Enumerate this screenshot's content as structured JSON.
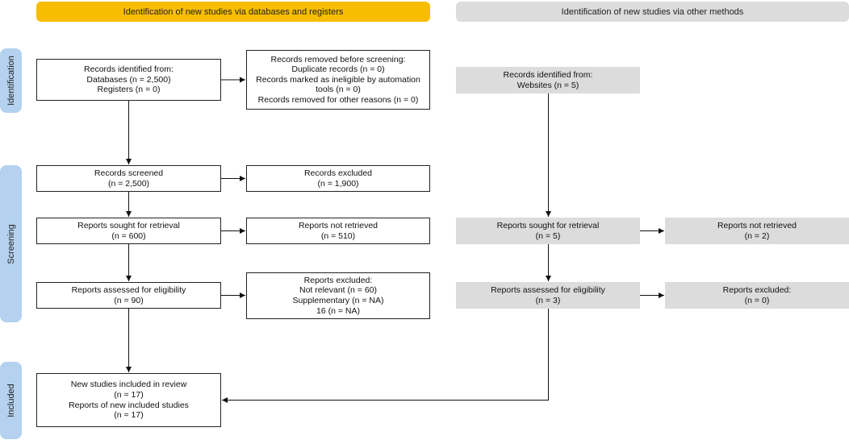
{
  "headers": {
    "left": "Identification of new studies via databases and registers",
    "right": "Identification of new studies via other methods"
  },
  "phases": {
    "identification": "Identification",
    "screening": "Screening",
    "included": "Included"
  },
  "left": {
    "identified": {
      "lines": [
        "Records identified from:",
        "Databases (n = 2,500)",
        "Registers (n = 0)"
      ]
    },
    "removed": {
      "lines": [
        "Records removed before screening:",
        "Duplicate records (n = 0)",
        "Records marked as ineligible by automation",
        "tools (n = 0)",
        "Records removed for other reasons (n = 0)"
      ]
    },
    "screened": {
      "lines": [
        "Records screened",
        "(n = 2,500)"
      ]
    },
    "excluded": {
      "lines": [
        "Records excluded",
        "(n = 1,900)"
      ]
    },
    "sought": {
      "lines": [
        "Reports sought for retrieval",
        "(n = 600)"
      ]
    },
    "not_retrieved": {
      "lines": [
        "Reports not retrieved",
        "(n = 510)"
      ]
    },
    "assessed": {
      "lines": [
        "Reports assessed for eligibility",
        "(n = 90)"
      ]
    },
    "reports_excluded": {
      "lines": [
        "Reports excluded:",
        "Not relevant (n = 60)",
        "Supplementary (n = NA)",
        "16 (n = NA)"
      ]
    },
    "included": {
      "lines": [
        "New studies included in review",
        "(n = 17)",
        "Reports of new included studies",
        "(n = 17)"
      ]
    }
  },
  "right": {
    "identified": {
      "lines": [
        "Records identified from:",
        "Websites (n = 5)"
      ]
    },
    "sought": {
      "lines": [
        "Reports sought for retrieval",
        "(n = 5)"
      ]
    },
    "not_retrieved": {
      "lines": [
        "Reports not retrieved",
        "(n = 2)"
      ]
    },
    "assessed": {
      "lines": [
        "Reports assessed for eligibility",
        "(n = 3)"
      ]
    },
    "reports_excluded": {
      "lines": [
        "Reports excluded:",
        "(n = 0)"
      ]
    }
  },
  "colors": {
    "left_header": "#f7bd00",
    "right_header": "#dcdcdc",
    "phase_label": "#b4d2ef",
    "right_box": "#dcdcdc"
  }
}
